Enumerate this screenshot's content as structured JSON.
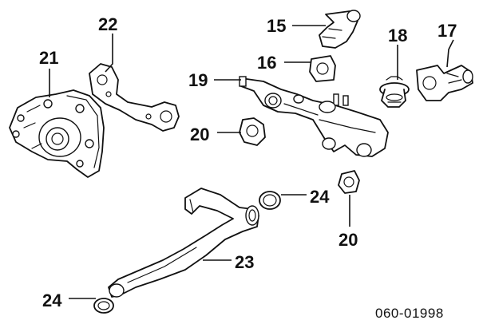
{
  "diagram_code": "060-01998",
  "parts": [
    {
      "id": "water-pump",
      "ref": "21"
    },
    {
      "id": "water-pump-gasket",
      "ref": "22"
    },
    {
      "id": "water-inlet-hose",
      "ref": "15"
    },
    {
      "id": "gasket-upper",
      "ref": "16"
    },
    {
      "id": "thermostat",
      "ref": "18"
    },
    {
      "id": "thermostat-housing",
      "ref": "17"
    },
    {
      "id": "water-outlet-pipe",
      "ref": "19"
    },
    {
      "id": "gasket-left",
      "ref": "20"
    },
    {
      "id": "gasket-right",
      "ref": "20"
    },
    {
      "id": "o-ring-upper",
      "ref": "24"
    },
    {
      "id": "o-ring-lower",
      "ref": "24"
    },
    {
      "id": "bypass-pipe",
      "ref": "23"
    }
  ]
}
